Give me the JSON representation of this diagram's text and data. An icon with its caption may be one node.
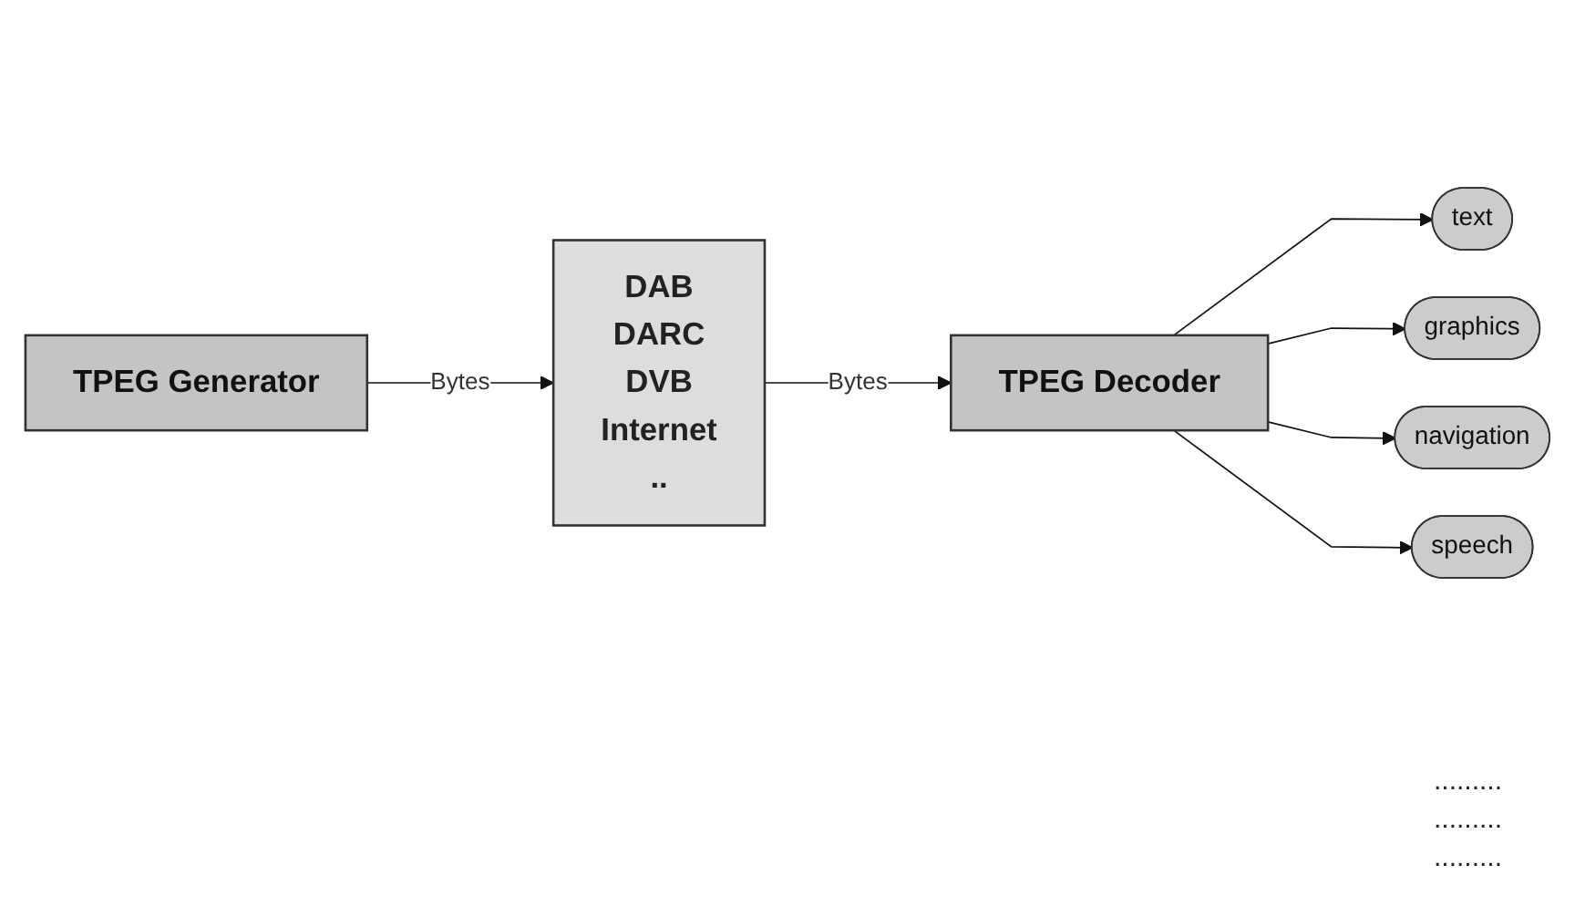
{
  "diagram": {
    "nodes": [
      {
        "text": [
          "TPEG Generator"
        ]
      },
      {
        "text": [
          "DAB",
          "DARC",
          "DVB",
          "Internet",
          ".."
        ]
      },
      {
        "text": [
          "TPEG Decoder"
        ]
      },
      {
        "text": [
          "text"
        ]
      },
      {
        "text": [
          "graphics"
        ]
      },
      {
        "text": [
          "navigation"
        ]
      },
      {
        "text": [
          "speech"
        ]
      }
    ],
    "edges": [
      {
        "from": 0,
        "to": 1,
        "arrow": "to",
        "label": "Bytes"
      },
      {
        "from": 1,
        "to": 2,
        "arrow": "to",
        "label": "Bytes"
      },
      {
        "from": 2,
        "to": 3,
        "arrow": "to"
      },
      {
        "from": 2,
        "to": 4,
        "arrow": "to"
      },
      {
        "from": 2,
        "to": 5,
        "arrow": "to"
      },
      {
        "from": 2,
        "to": 6,
        "arrow": "to"
      }
    ],
    "labels": [
      ".........",
      ".........",
      "........."
    ]
  }
}
